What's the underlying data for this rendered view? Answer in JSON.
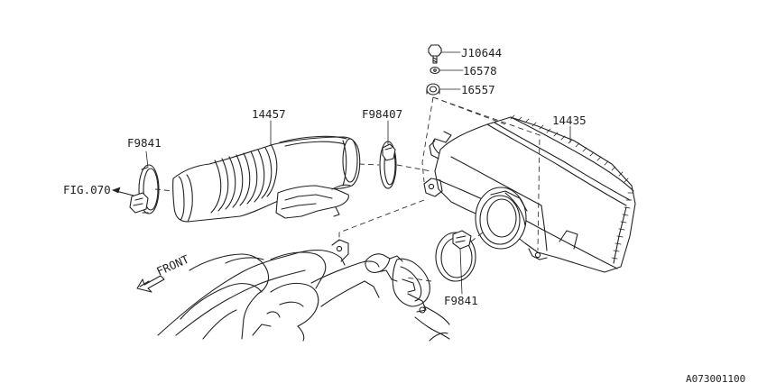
{
  "labels": {
    "bolt": "J10644",
    "washer": "16578",
    "grommet": "16557",
    "duct": "14457",
    "clamp_duct": "F98407",
    "air_cleaner": "14435",
    "clamp_left": "F9841",
    "clamp_right": "F9841",
    "fig_ref": "FIG.070",
    "front": "FRONT"
  },
  "drawing_code": "A073001100"
}
